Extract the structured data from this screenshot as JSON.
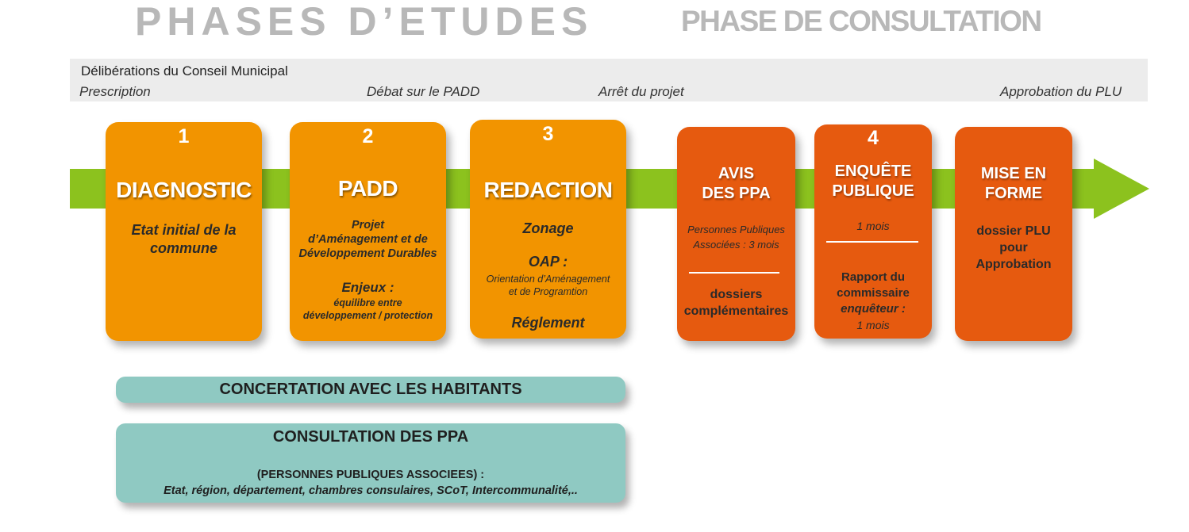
{
  "headers": {
    "phases_etudes": "PHASES D’ETUDES",
    "phase_consultation": "PHASE DE CONSULTATION"
  },
  "deliberations": {
    "title": "Délibérations du Conseil Municipal",
    "steps": [
      "Prescription",
      "Débat sur le PADD",
      "Arrêt du projet",
      "Approbation du PLU"
    ]
  },
  "phases": {
    "diagnostic": {
      "number": "1",
      "title": "DIAGNOSTIC",
      "desc": "Etat initial de la commune"
    },
    "padd": {
      "number": "2",
      "title": "PADD",
      "desc_lines": [
        "Projet",
        "d’Aménagement et de",
        "Développement Durables"
      ],
      "enjeux_title": "Enjeux :",
      "enjeux_lines": [
        "équilibre entre",
        "développement / protection"
      ]
    },
    "redaction": {
      "number": "3",
      "title": "REDACTION",
      "zonage": "Zonage",
      "oap_title": "OAP :",
      "oap_lines": [
        "Orientation d’Aménagement",
        "et de Programtion"
      ],
      "reglement": "Réglement"
    },
    "consultation": {
      "number": "4",
      "avis": {
        "title_lines": [
          "AVIS",
          "DES PPA"
        ],
        "desc_lines": [
          "Personnes Publiques",
          "Associées : 3 mois"
        ],
        "extra_lines": [
          "dossiers",
          "complémentaires"
        ]
      },
      "enquete": {
        "title_lines": [
          "ENQUÊTE",
          "PUBLIQUE"
        ],
        "duration": "1 mois",
        "rapport_lines": [
          "Rapport du",
          "commissaire"
        ],
        "enqueteur": "enquêteur :",
        "rapport_duration": "1 mois"
      },
      "mise_en_forme": {
        "title_lines": [
          "MISE EN",
          "FORME"
        ],
        "desc_lines": [
          "dossier PLU",
          "pour",
          "Approbation"
        ]
      }
    }
  },
  "concertation": {
    "label": "CONCERTATION AVEC LES HABITANTS"
  },
  "consultation_ppa": {
    "title": "CONSULTATION DES PPA",
    "subtitle": "(PERSONNES PUBLIQUES ASSOCIEES) :",
    "list": "Etat, région, département, chambres consulaires, SCoT, Intercommunalité,.."
  },
  "colors": {
    "phase_orange": "#f29400",
    "consultation_red": "#e65a0f",
    "arrow_green": "#8cc21e",
    "teal": "#8fc9c2",
    "header_grey": "#b8b8b8"
  }
}
